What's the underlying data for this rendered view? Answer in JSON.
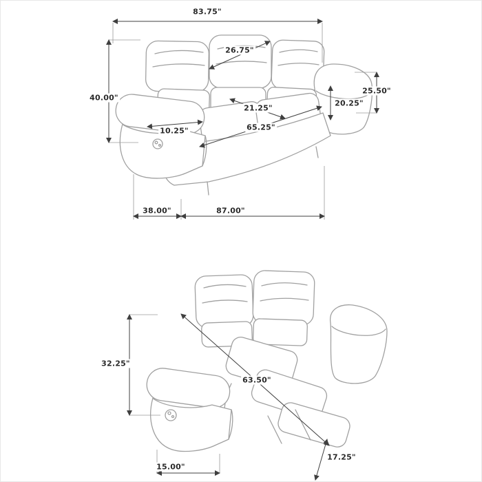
{
  "page": {
    "background": "#ffffff",
    "line_art_color": "#a0a0a0",
    "dimension_color": "#3f3f3f"
  },
  "sofa_front_view": {
    "dimensions": {
      "overall_width": "83.75\"",
      "back_cushion_width": "26.75\"",
      "overall_height": "40.00\"",
      "arm_height": "25.50\"",
      "seat_back_height": "20.25\"",
      "seat_depth": "21.25\"",
      "arm_width": "10.25\"",
      "interior_seat_width": "65.25\"",
      "overall_depth": "38.00\"",
      "overall_length": "87.00\""
    }
  },
  "sofa_reclined_view": {
    "dimensions": {
      "reclined_back_height": "32.25\"",
      "reclined_depth": "63.50\"",
      "footrest_height": "17.25\"",
      "footrest_depth": "15.00\""
    }
  }
}
